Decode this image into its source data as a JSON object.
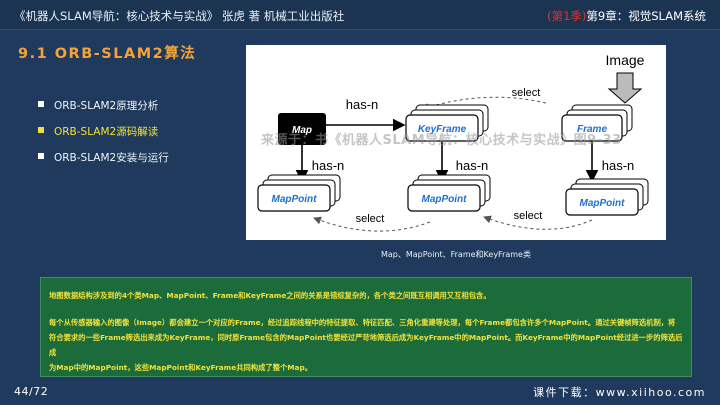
{
  "header": {
    "book_title": "《机器人SLAM导航：核心技术与实战》   张虎 著    机械工业出版社",
    "season": "(第1季)",
    "chapter": "第9章：视觉SLAM系统"
  },
  "slide": {
    "title": "9.1 ORB-SLAM2算法"
  },
  "outline": {
    "items": [
      {
        "label": "ORB-SLAM2原理分析"
      },
      {
        "label": "ORB-SLAM2源码解读"
      },
      {
        "label": "ORB-SLAM2安装与运行"
      }
    ]
  },
  "figure": {
    "watermark": "来源于：书《机器人SLAM导航：核心技术与实战》图9-33",
    "nodes": {
      "map": "Map",
      "keyframe": "KeyFrame",
      "frame": "Frame",
      "image": "Image",
      "mappoint": "MapPoint"
    },
    "labels": {
      "has_n": "has-n",
      "select": "select"
    },
    "colors": {
      "map_fill": "#000000",
      "node_text": "#1f6fd1",
      "node_border": "#000000",
      "arrow": "#555555"
    },
    "caption": "Map、MapPoint、Frame和KeyFrame类"
  },
  "note": {
    "p1": "地图数据结构涉及到的4个类Map、MapPoint、Frame和KeyFrame之间的关系是错综复杂的，各个类之间既互相调用又互相包含。",
    "p2a": "每个从传感器输入的图像（Image）都会建立一个对应的Frame，经过追踪线程中的特征提取、特征匹配、三角化重建等处理，每个Frame都包含许多个MapPoint。通过关键帧筛选机制，将",
    "p2b": "符合要求的一些Frame筛选出来成为KeyFrame，同时原Frame包含的MapPoint也要经过严苛地筛选后成为KeyFrame中的MapPoint。而KeyFrame中的MapPoint经过进一步的筛选后成",
    "p2c": "为Map中的MapPoint，这些MapPoint和KeyFrame共同构成了整个Map。"
  },
  "footer": {
    "page": "44/72",
    "download": "课件下载：www.xiihoo.com"
  }
}
